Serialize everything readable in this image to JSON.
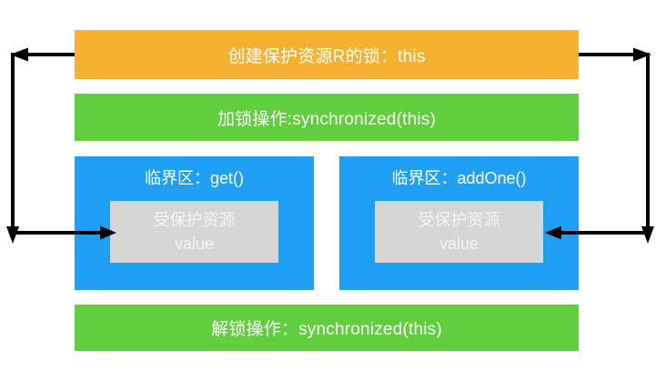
{
  "diagram": {
    "title_semantics": "Java synchronized lock protecting resource diagram",
    "lock_bar": {
      "label": "创建保护资源R的锁：this",
      "color": "#F4B230"
    },
    "acquire_bar": {
      "label": "加锁操作:synchronized(this)",
      "color": "#62CD3E"
    },
    "critical_sections": [
      {
        "title": "临界区：get()",
        "resource_line1": "受保护资源",
        "resource_line2": "value"
      },
      {
        "title": "临界区：addOne()",
        "resource_line1": "受保护资源",
        "resource_line2": "value"
      }
    ],
    "unlock_bar": {
      "label": "解锁操作：synchronized(this)",
      "color": "#62CD3E"
    },
    "colors": {
      "critical_section_blue": "#1FA0F4",
      "resource_box_gray": "#D6D6D6",
      "text_white": "#FFFFFF",
      "arrow_black": "#000000"
    }
  }
}
